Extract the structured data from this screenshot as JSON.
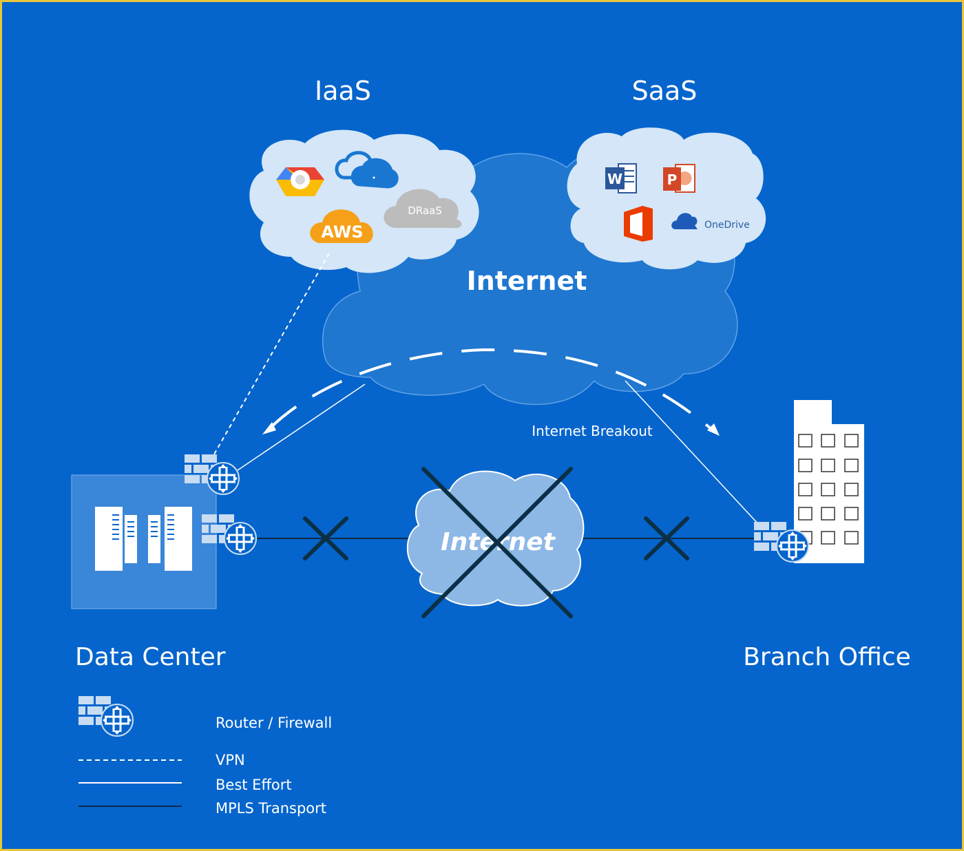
{
  "clouds": {
    "iaas": {
      "title": "IaaS",
      "icons": [
        "google-cloud-icon",
        "azure-cloud-icon",
        "aws-icon",
        "draas-icon"
      ],
      "aws_label": "AWS",
      "draas_label": "DRaaS"
    },
    "saas": {
      "title": "SaaS",
      "icons": [
        "word-icon",
        "powerpoint-icon",
        "office-icon",
        "onedrive-icon"
      ],
      "onedrive_label": "OneDrive"
    },
    "internet_top": {
      "label": "Internet"
    },
    "internet_middle": {
      "label": "Internet",
      "status": "crossed-out"
    }
  },
  "sites": {
    "data_center": {
      "label": "Data Center"
    },
    "branch_office": {
      "label": "Branch Office"
    }
  },
  "links": {
    "internet_breakout_label": "Internet Breakout"
  },
  "legend": {
    "items": [
      {
        "key": "router-firewall",
        "label": "Router / Firewall"
      },
      {
        "key": "vpn",
        "label": "VPN"
      },
      {
        "key": "best-effort",
        "label": "Best Effort"
      },
      {
        "key": "mpls",
        "label": "MPLS Transport"
      }
    ]
  },
  "colors": {
    "background": "#0665cc",
    "border": "#e8c63a",
    "cloud_light": "#d4e6f7",
    "cloud_internet": "#1f77d0",
    "cloud_middle": "#8db8e6",
    "cross": "#0b3045",
    "mpls_line": "#0b2a4a"
  }
}
